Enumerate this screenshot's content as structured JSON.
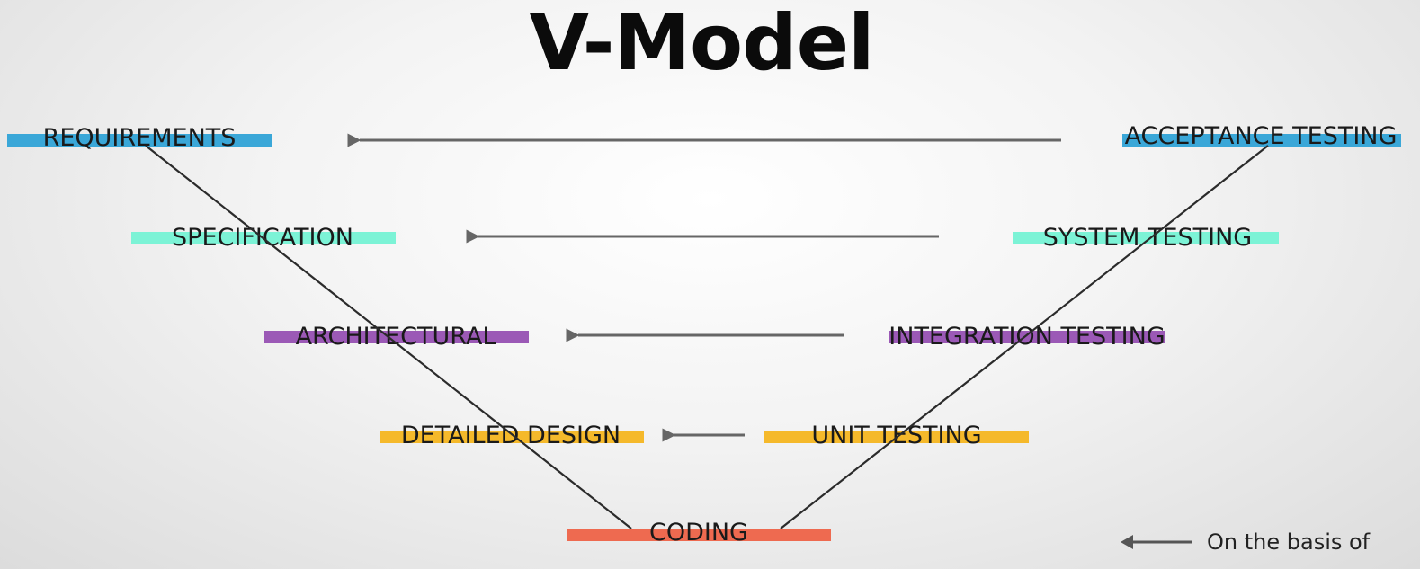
{
  "title": "V-Model",
  "colors": {
    "level1": "#3aa7d8",
    "level2": "#7cf3d6",
    "level3": "#9b59b6",
    "level4": "#f5b92b",
    "level5": "#ee6a50",
    "line": "#2b2b2b",
    "arrow": "#666666"
  },
  "left_phases": [
    {
      "label": "REQUIREMENTS",
      "color_key": "level1"
    },
    {
      "label": "SPECIFICATION",
      "color_key": "level2"
    },
    {
      "label": "ARCHITECTURAL",
      "color_key": "level3"
    },
    {
      "label": "DETAILED DESIGN",
      "color_key": "level4"
    }
  ],
  "right_phases": [
    {
      "label": "ACCEPTANCE TESTING",
      "color_key": "level1"
    },
    {
      "label": "SYSTEM TESTING",
      "color_key": "level2"
    },
    {
      "label": "INTEGRATION TESTING",
      "color_key": "level3"
    },
    {
      "label": "UNIT TESTING",
      "color_key": "level4"
    }
  ],
  "bottom_phase": {
    "label": "CODING",
    "color_key": "level5"
  },
  "legend": {
    "text": "On the basis of"
  }
}
